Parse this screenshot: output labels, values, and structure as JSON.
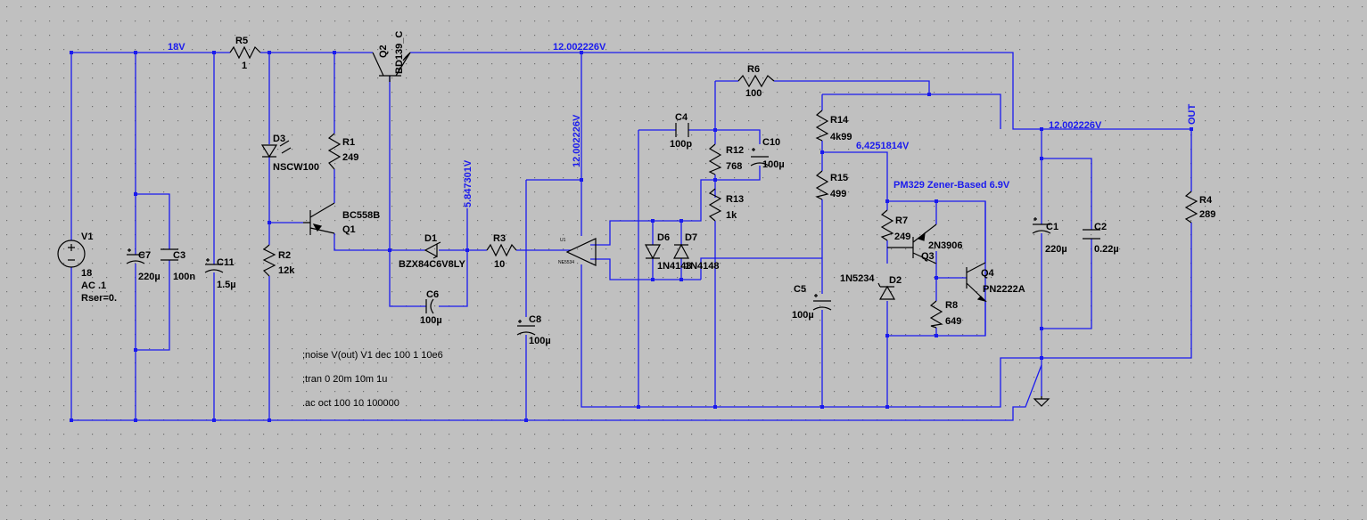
{
  "grid": {
    "color": "#6e6e6e",
    "background": "#c0c0c0"
  },
  "colors": {
    "wire": "#1a1aee",
    "component": "#000000",
    "net_label": "#1a1aee"
  },
  "net_labels": {
    "in18": "18V",
    "q2e_top": "12.002226V",
    "q2e_vert": "12.002226V",
    "zener": "5.847301V",
    "out_node": "12.002226V",
    "ref_node": "6.4251814V",
    "out": "OUT",
    "ref_block": "PM329 Zener-Based 6.9V"
  },
  "components": {
    "v1": {
      "ref": "V1",
      "value": "18",
      "extra1": "AC .1",
      "extra2": "Rser=0."
    },
    "c7": {
      "ref": "C7",
      "value": "220µ"
    },
    "c3": {
      "ref": "C3",
      "value": "100n"
    },
    "c11": {
      "ref": "C11",
      "value": "1.5µ"
    },
    "r5": {
      "ref": "R5",
      "value": "1"
    },
    "d3": {
      "ref": "D3",
      "value": "NSCW100"
    },
    "r1": {
      "ref": "R1",
      "value": "249"
    },
    "q1": {
      "ref": "Q1",
      "value": "BC558B"
    },
    "r2": {
      "ref": "R2",
      "value": "12k"
    },
    "q2": {
      "ref": "Q2",
      "value": "BD139_C"
    },
    "d1": {
      "ref": "D1",
      "value": "BZX84C6V8LY"
    },
    "c6": {
      "ref": "C6",
      "value": "100µ"
    },
    "r3": {
      "ref": "R3",
      "value": "10"
    },
    "c8": {
      "ref": "C8",
      "value": "100µ"
    },
    "u1": {
      "ref": "U1",
      "value": "NE5534"
    },
    "c4": {
      "ref": "C4",
      "value": "100p"
    },
    "d6": {
      "ref": "D6",
      "value": "1N4148"
    },
    "d7": {
      "ref": "D7",
      "value": "1N4148"
    },
    "r6": {
      "ref": "R6",
      "value": "100"
    },
    "r12": {
      "ref": "R12",
      "value": "768"
    },
    "c10": {
      "ref": "C10",
      "value": "100µ"
    },
    "r13": {
      "ref": "R13",
      "value": "1k"
    },
    "r14": {
      "ref": "R14",
      "value": "4k99"
    },
    "r15": {
      "ref": "R15",
      "value": "499"
    },
    "c5": {
      "ref": "C5",
      "value": "100µ"
    },
    "r7": {
      "ref": "R7",
      "value": "249"
    },
    "q3": {
      "ref": "Q3",
      "value": "2N3906"
    },
    "d2": {
      "ref": "D2",
      "value": "1N5234"
    },
    "r8": {
      "ref": "R8",
      "value": "649"
    },
    "q4": {
      "ref": "Q4",
      "value": "PN2222A"
    },
    "c1": {
      "ref": "C1",
      "value": "220µ"
    },
    "c2": {
      "ref": "C2",
      "value": "0.22µ"
    },
    "r4": {
      "ref": "R4",
      "value": "289"
    }
  },
  "directives": [
    ";noise V(out) V1 dec 100 1 10e6",
    ";tran 0 20m 10m 1u",
    ".ac oct 100 10 100000"
  ]
}
